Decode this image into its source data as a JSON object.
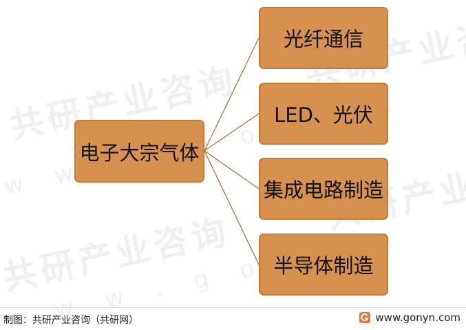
{
  "root": {
    "label": "电子大宗气体"
  },
  "children": [
    {
      "label": "光纤通信"
    },
    {
      "label": "LED、光伏"
    },
    {
      "label": "集成电路制造"
    },
    {
      "label": "半导体制造"
    }
  ],
  "watermark": {
    "cn": "共研产业咨询",
    "en": "w w w . g o n y n"
  },
  "footer": {
    "source": "制图：共研产业咨询（共研网）",
    "website": "www.gonyn.com"
  },
  "colors": {
    "box_fill": "#D6904F",
    "box_border": "#C27C3C",
    "line": "#A9743F",
    "logo": "#E8743B"
  }
}
